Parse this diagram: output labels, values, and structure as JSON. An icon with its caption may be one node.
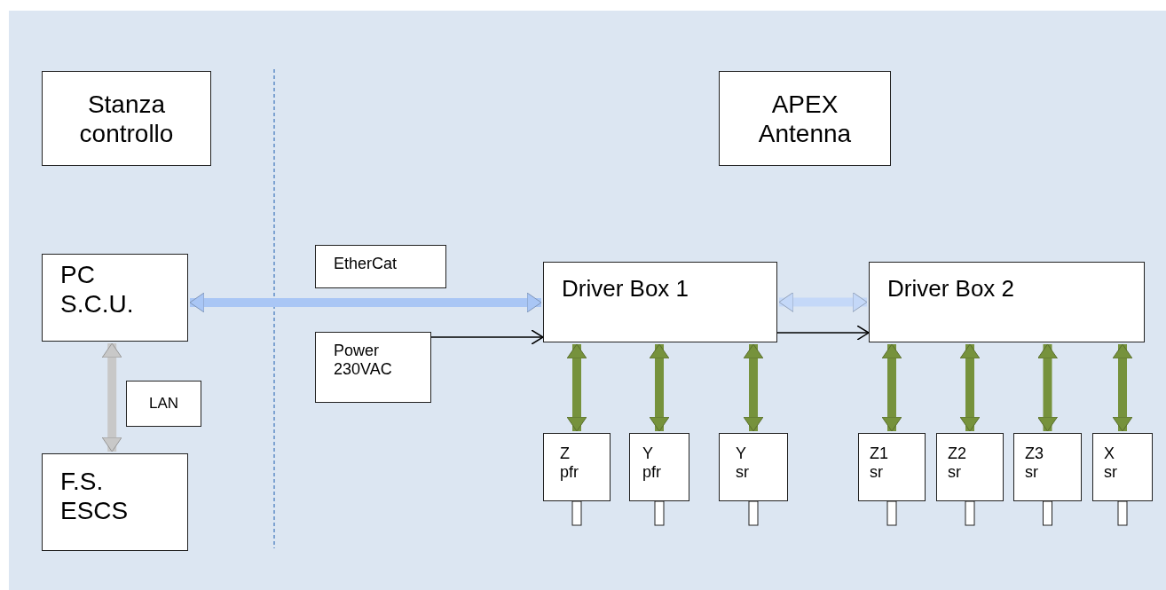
{
  "diagram": {
    "nodes": [
      {
        "text": [
          "Stanza controllo"
        ]
      },
      {
        "text": [
          "APEX Antenna"
        ]
      },
      {
        "text": [
          "PC S.C.U."
        ]
      },
      {
        "text": [
          "F.S. ESCS"
        ]
      },
      {
        "text": [
          "LAN"
        ]
      },
      {
        "text": [
          "EtherCat"
        ]
      },
      {
        "text": [
          "Power 230VAC"
        ]
      },
      {
        "text": [
          "Driver Box 1"
        ]
      },
      {
        "text": [
          "Driver Box 2"
        ]
      },
      {
        "text": [
          "Z pfr"
        ]
      },
      {
        "text": [
          "Y pfr"
        ]
      },
      {
        "text": [
          "Y sr"
        ]
      },
      {
        "text": [
          "Z1 sr"
        ]
      },
      {
        "text": [
          "Z2 sr"
        ]
      },
      {
        "text": [
          "Z3 sr"
        ]
      },
      {
        "text": [
          "X sr"
        ]
      }
    ],
    "edges": [
      {
        "from": 2,
        "to": 7,
        "arrow": "both",
        "color": "#a9c6f5"
      },
      {
        "from": 2,
        "to": 3,
        "arrow": "both",
        "color": "#c8c8c8"
      },
      {
        "from": 6,
        "to": 7,
        "arrow": "to",
        "color": "#000000"
      },
      {
        "from": 7,
        "to": 8,
        "arrow": "both",
        "color": "#c4d8f8"
      },
      {
        "from": 7,
        "to": 8,
        "arrow": "to",
        "color": "#000000"
      },
      {
        "from": 7,
        "to": 9,
        "arrow": "both"
      },
      {
        "from": 7,
        "to": 10,
        "arrow": "both"
      },
      {
        "from": 7,
        "to": 11,
        "arrow": "both"
      },
      {
        "from": 8,
        "to": 12,
        "arrow": "both"
      },
      {
        "from": 8,
        "to": 13,
        "arrow": "both"
      },
      {
        "from": 8,
        "to": 14,
        "arrow": "both"
      },
      {
        "from": 8,
        "to": 15,
        "arrow": "both"
      }
    ]
  }
}
